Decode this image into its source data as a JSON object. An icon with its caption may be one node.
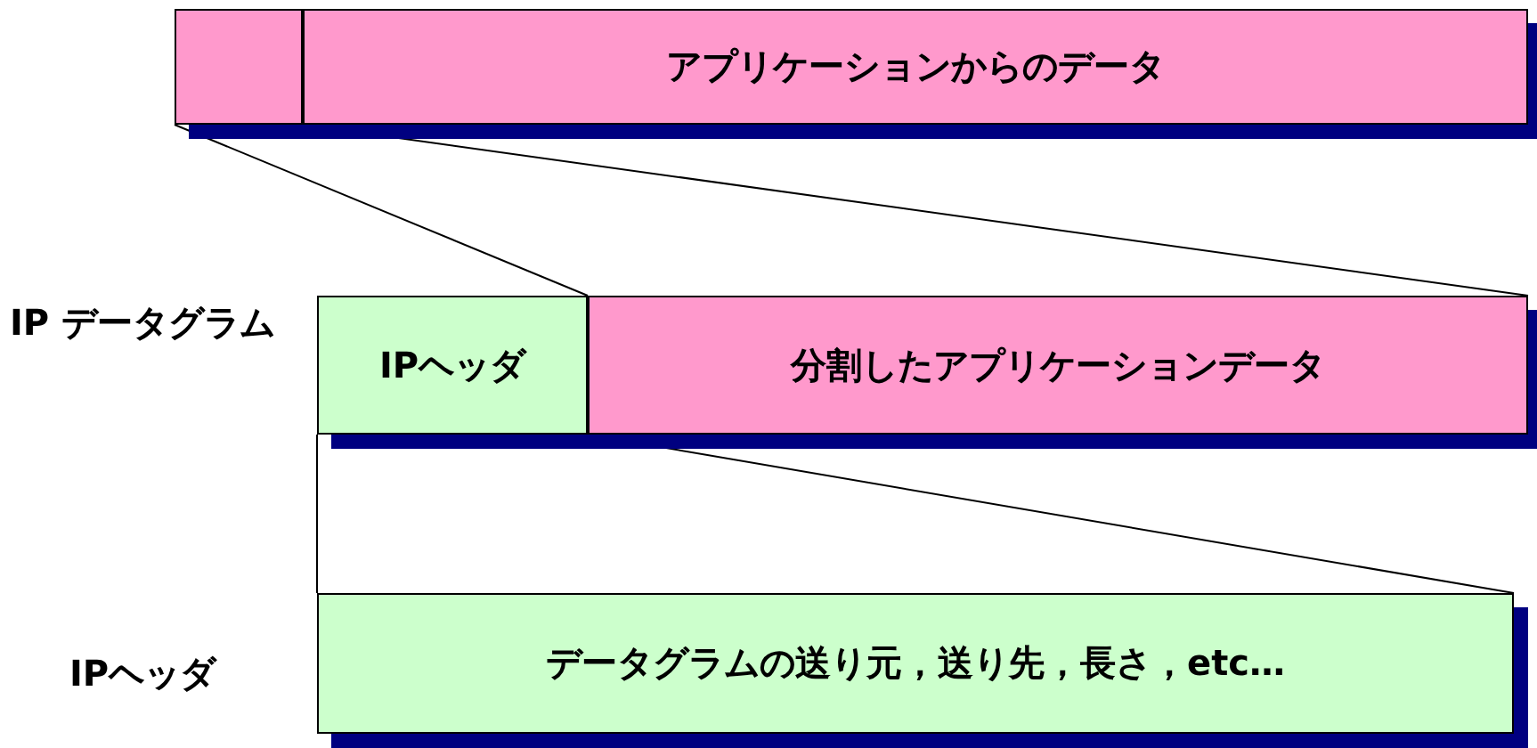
{
  "diagram": {
    "nodes": [
      {
        "text": [],
        "shape": "box"
      },
      {
        "text": [
          "アプリケーションからのデータ"
        ]
      },
      {
        "text": [
          "IPヘッダ"
        ]
      },
      {
        "text": [
          "分割したアプリケーションデータ"
        ]
      },
      {
        "text": [
          "データグラムの送り元，送り先，長さ，etc…"
        ]
      }
    ],
    "edges": [
      {
        "from": 0,
        "to": 3,
        "arrow": "none"
      },
      {
        "from": 0,
        "to": 3,
        "arrow": "none"
      },
      {
        "from": 2,
        "to": 4,
        "arrow": "none"
      },
      {
        "from": 2,
        "to": 4,
        "arrow": "none"
      }
    ],
    "labels": [
      "IP データグラム",
      "IPヘッダ"
    ]
  }
}
